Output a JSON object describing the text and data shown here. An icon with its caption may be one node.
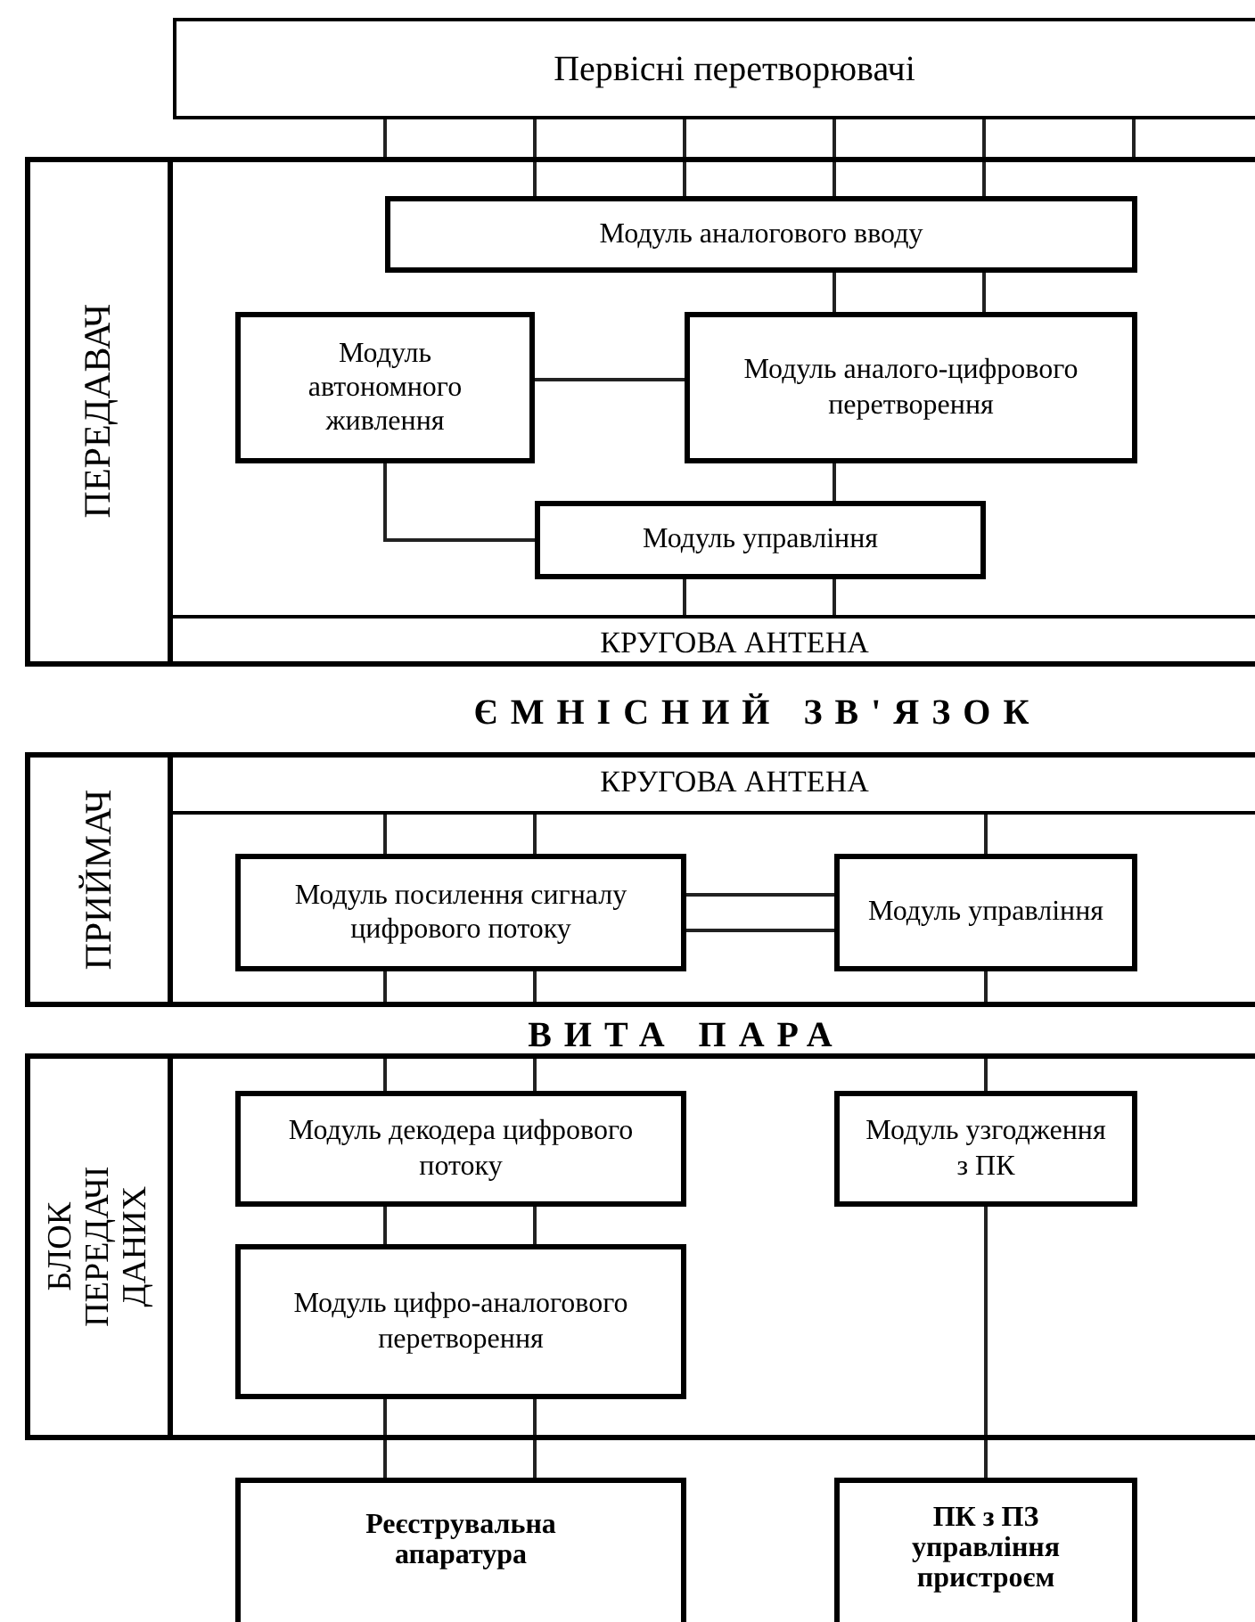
{
  "diagram": {
    "nodes": [
      {
        "text": [
          "Первісні перетворювачі"
        ]
      },
      {
        "text": [
          "ПЕРЕДАВАЧ"
        ]
      },
      {
        "text": [
          "Модуль аналогового вводу"
        ],
        "in": 1
      },
      {
        "text": [
          "Модуль автономного живлення"
        ],
        "in": 1
      },
      {
        "text": [
          "Модуль аналого-цифрового перетворення"
        ],
        "in": 1
      },
      {
        "text": [
          "Модуль управління"
        ],
        "in": 1
      },
      {
        "text": [
          "КРУГОВА АНТЕНА"
        ],
        "in": 1
      },
      {
        "text": [
          "ПРИЙМАЧ"
        ]
      },
      {
        "text": [
          "КРУГОВА АНТЕНА"
        ],
        "in": 7
      },
      {
        "text": [
          "Модуль посилення сигналу цифрового потоку"
        ],
        "in": 7
      },
      {
        "text": [
          "Модуль управління"
        ],
        "in": 7
      },
      {
        "text": [
          "БЛОК ПЕРЕДАЧІ ДАНИХ"
        ]
      },
      {
        "text": [
          "Модуль декодера цифрового потоку"
        ],
        "in": 11
      },
      {
        "text": [
          "Модуль узгодження з ПК"
        ],
        "in": 11
      },
      {
        "text": [
          "Модуль цифро-аналогового перетворення"
        ],
        "in": 11
      },
      {
        "text": [
          "Реєструвальна апаратура"
        ]
      },
      {
        "text": [
          "ПК з ПЗ управління пристроєм"
        ]
      }
    ],
    "edges": [
      {
        "from": 0,
        "to": 1,
        "arrow": "none"
      },
      {
        "from": 0,
        "to": 2,
        "arrow": "none"
      },
      {
        "from": 0,
        "to": 2,
        "arrow": "none"
      },
      {
        "from": 0,
        "to": 2,
        "arrow": "none"
      },
      {
        "from": 0,
        "to": 2,
        "arrow": "none"
      },
      {
        "from": 0,
        "to": 1,
        "arrow": "none"
      },
      {
        "from": 2,
        "to": 4,
        "arrow": "none"
      },
      {
        "from": 2,
        "to": 4,
        "arrow": "none"
      },
      {
        "from": 3,
        "to": 4,
        "arrow": "none"
      },
      {
        "from": 3,
        "to": 5,
        "arrow": "none"
      },
      {
        "from": 4,
        "to": 5,
        "arrow": "none"
      },
      {
        "from": 5,
        "to": 6,
        "arrow": "none"
      },
      {
        "from": 5,
        "to": 6,
        "arrow": "none"
      },
      {
        "from": 8,
        "to": 9,
        "arrow": "none"
      },
      {
        "from": 8,
        "to": 9,
        "arrow": "none"
      },
      {
        "from": 8,
        "to": 10,
        "arrow": "none"
      },
      {
        "from": 9,
        "to": 10,
        "arrow": "none"
      },
      {
        "from": 9,
        "to": 10,
        "arrow": "none"
      },
      {
        "from": 9,
        "to": 7,
        "arrow": "none"
      },
      {
        "from": 9,
        "to": 7,
        "arrow": "none"
      },
      {
        "from": 10,
        "to": 7,
        "arrow": "none"
      },
      {
        "from": 11,
        "to": 12,
        "arrow": "none"
      },
      {
        "from": 11,
        "to": 12,
        "arrow": "none"
      },
      {
        "from": 11,
        "to": 13,
        "arrow": "none"
      },
      {
        "from": 12,
        "to": 14,
        "arrow": "none"
      },
      {
        "from": 12,
        "to": 14,
        "arrow": "none"
      },
      {
        "from": 14,
        "to": 15,
        "arrow": "none"
      },
      {
        "from": 14,
        "to": 15,
        "arrow": "none"
      },
      {
        "from": 13,
        "to": 16,
        "arrow": "none"
      }
    ],
    "labels": [
      "ЄМНІСНИЙ ЗВ'ЯЗОК",
      "ВИТА ПАРА"
    ]
  }
}
